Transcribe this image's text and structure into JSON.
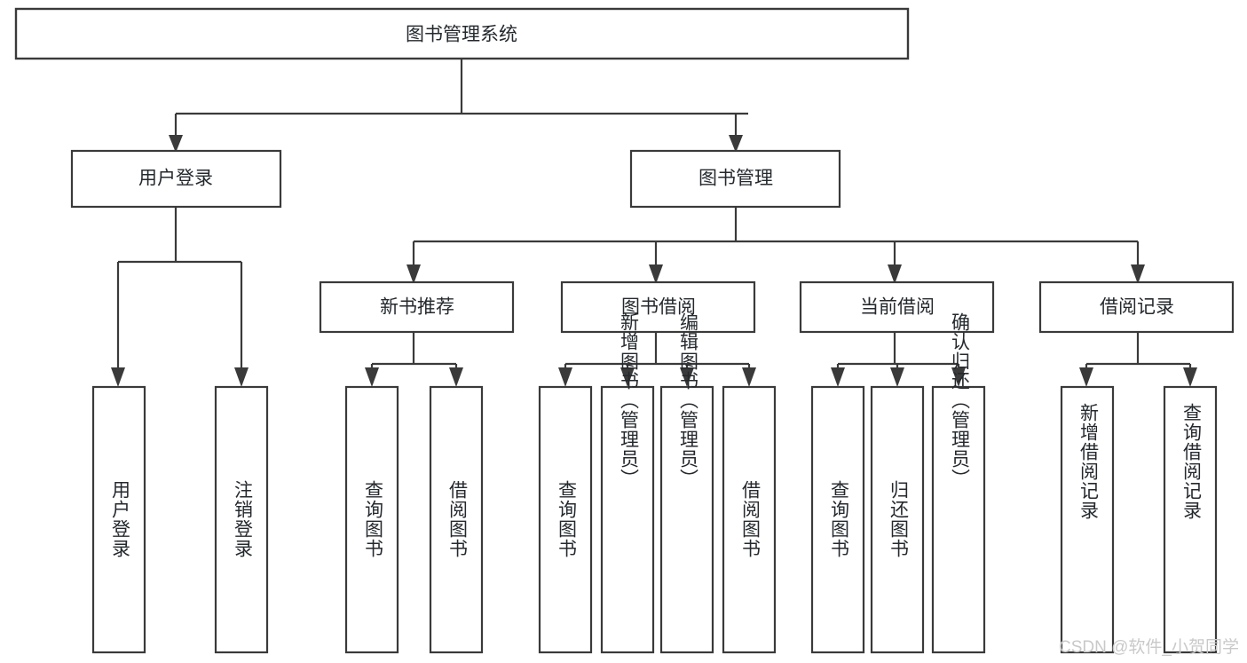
{
  "diagram": {
    "title": "图书管理系统",
    "type": "tree-hierarchy-chart",
    "colors": {
      "stroke": "#3a3a3a",
      "fill": "#ffffff",
      "text": "#24292e",
      "watermark": "#c9c9c9"
    },
    "root": {
      "label": "图书管理系统"
    },
    "level2": [
      {
        "label": "用户登录"
      },
      {
        "label": "图书管理"
      }
    ],
    "level3": [
      {
        "label": "新书推荐"
      },
      {
        "label": "图书借阅"
      },
      {
        "label": "当前借阅"
      },
      {
        "label": "借阅记录"
      }
    ],
    "leaves": {
      "user_login": [
        {
          "label": "用户登录"
        },
        {
          "label": "注销登录"
        }
      ],
      "new_book": [
        {
          "label": "查询图书"
        },
        {
          "label": "借阅图书"
        }
      ],
      "book_borrow": [
        {
          "label": "查询图书"
        },
        {
          "label": "新增图书（管理员）"
        },
        {
          "label": "编辑图书（管理员）"
        },
        {
          "label": "借阅图书"
        }
      ],
      "current_borrow": [
        {
          "label": "查询图书"
        },
        {
          "label": "归还图书"
        },
        {
          "label": "确认归还（管理员）"
        }
      ],
      "borrow_record": [
        {
          "label": "新增借阅记录"
        },
        {
          "label": "查询借阅记录"
        }
      ]
    }
  },
  "watermark": {
    "text": "CSDN @软件_小贺同学"
  }
}
